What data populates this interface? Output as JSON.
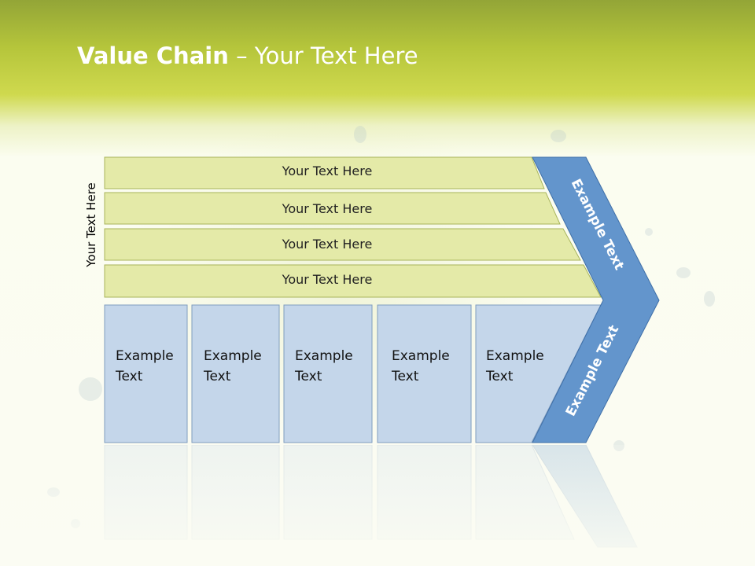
{
  "title": {
    "bold": "Value Chain",
    "rest": " – Your Text Here"
  },
  "side_label": "Your Text Here",
  "bars": [
    {
      "label": "Your Text Here"
    },
    {
      "label": "Your Text Here"
    },
    {
      "label": "Your Text Here"
    },
    {
      "label": "Your Text Here"
    }
  ],
  "boxes": [
    {
      "line1": "Example",
      "line2": "Text"
    },
    {
      "line1": "Example",
      "line2": "Text"
    },
    {
      "line1": "Example",
      "line2": "Text"
    },
    {
      "line1": "Example",
      "line2": "Text"
    },
    {
      "line1": "Example",
      "line2": "Text"
    }
  ],
  "chevron": {
    "upper_label": "Example Text",
    "lower_label": "Example Text"
  },
  "colors": {
    "bar_fill": "#e4eaa8",
    "bar_stroke": "#a8b45a",
    "box_fill": "#c4d6ea",
    "box_stroke": "#7f9dbf",
    "chevron_fill": "#6395cc",
    "chevron_stroke": "#3f6fa8"
  }
}
